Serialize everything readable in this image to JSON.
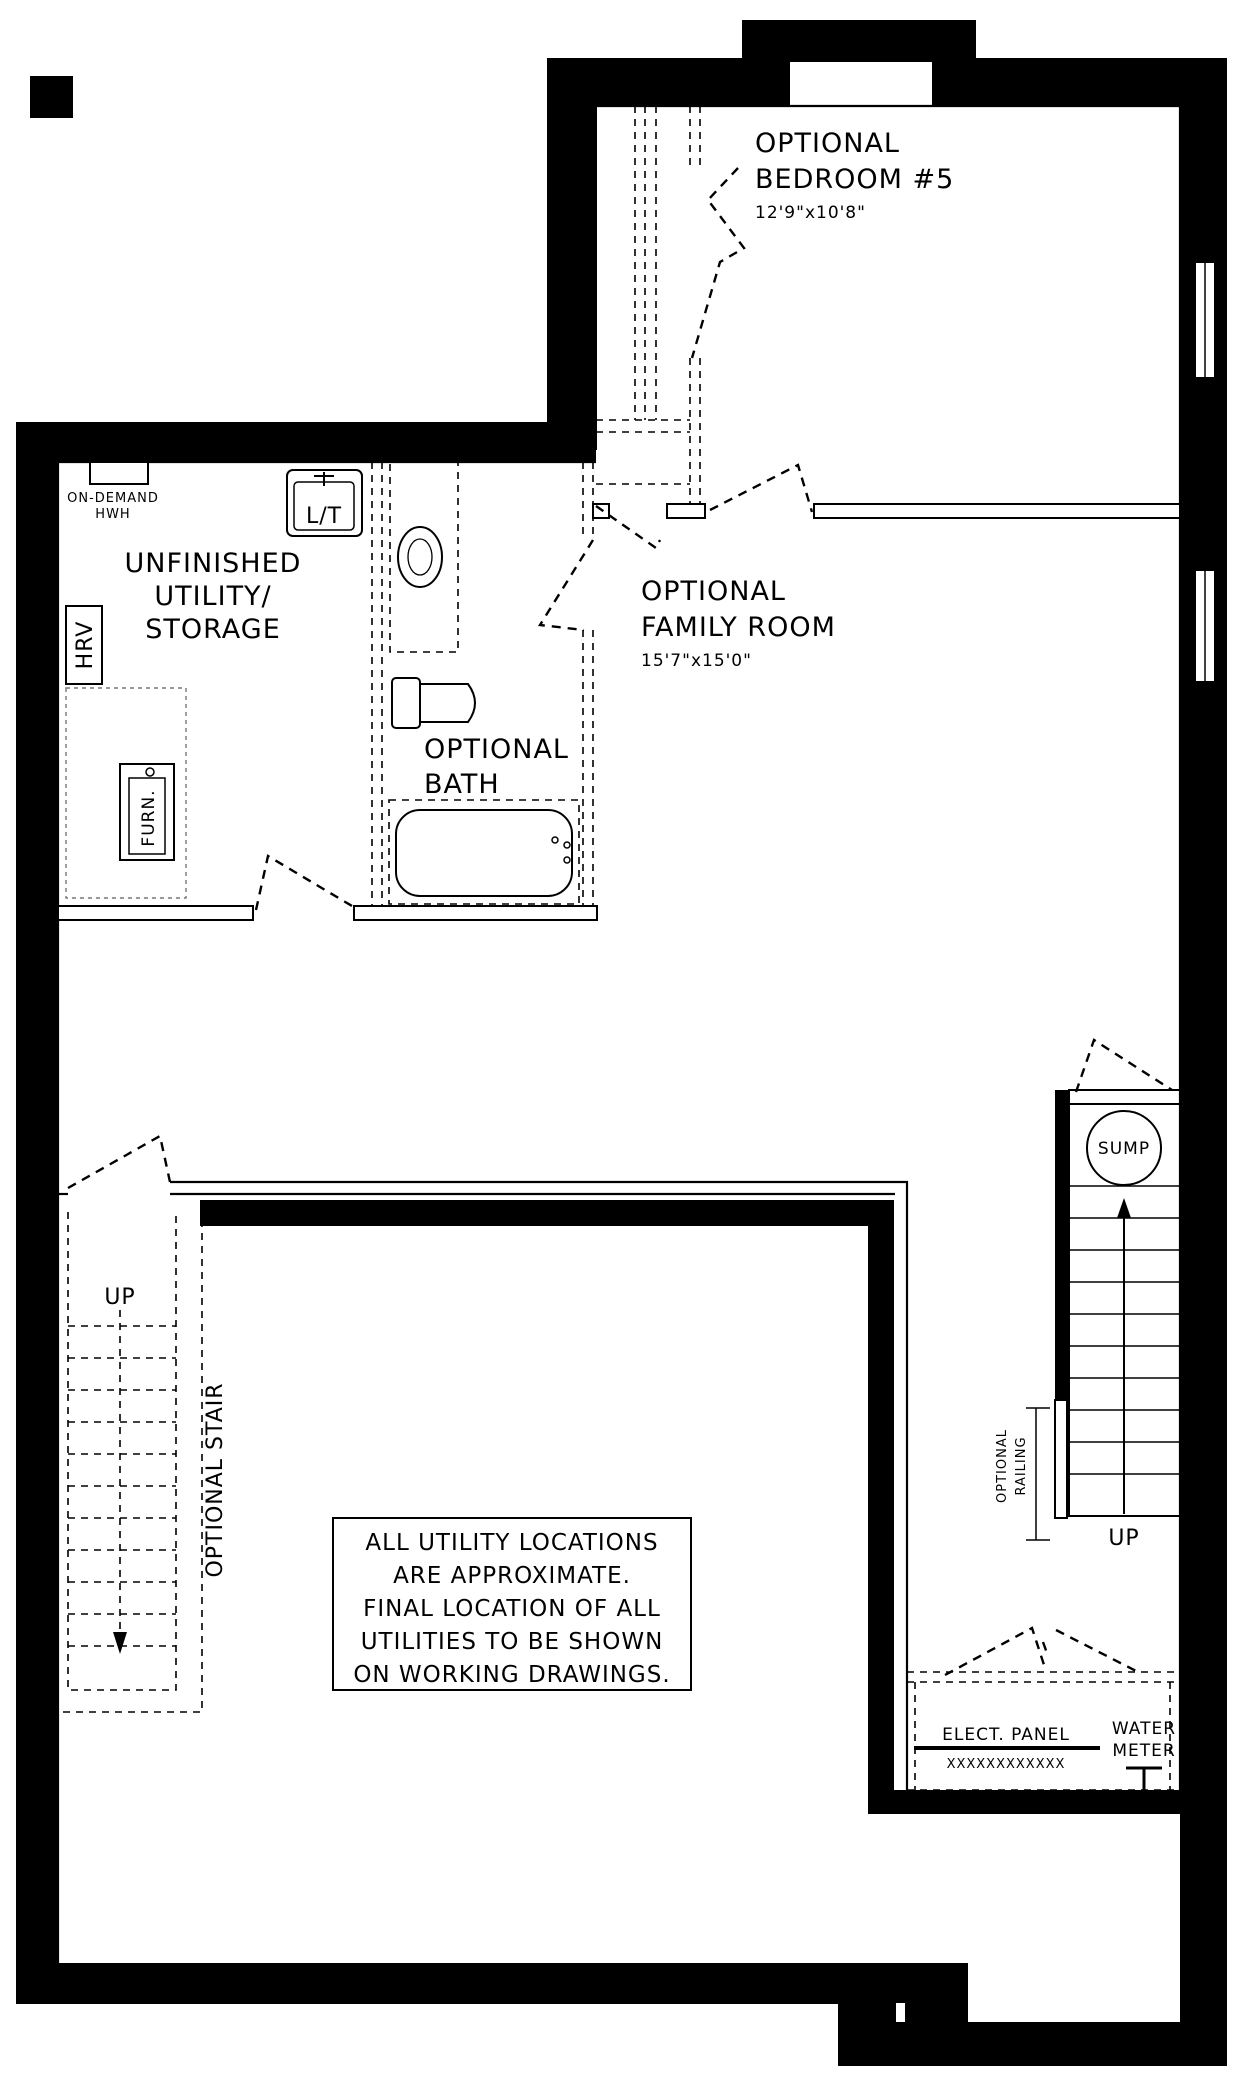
{
  "labels": {
    "bedroom_title_1": "OPTIONAL",
    "bedroom_title_2": "BEDROOM #5",
    "bedroom_dims": "12'9\"x10'8\"",
    "family_title_1": "OPTIONAL",
    "family_title_2": "FAMILY ROOM",
    "family_dims": "15'7\"x15'0\"",
    "utility_1": "UNFINISHED",
    "utility_2": "UTILITY/",
    "utility_3": "STORAGE",
    "hwh_1": "ON-DEMAND",
    "hwh_2": "HWH",
    "laundry_tub": "L/T",
    "hrv": "HRV",
    "furnace": "FURN.",
    "bath_1": "OPTIONAL",
    "bath_2": "BATH",
    "sump": "SUMP",
    "up_left": "UP",
    "up_right": "UP",
    "optional_stair": "OPTIONAL STAIR",
    "railing_1": "OPTIONAL",
    "railing_2": "RAILING",
    "elect_panel": "ELECT. PANEL",
    "water_1": "WATER",
    "water_2": "METER",
    "panel_marks": "XXXXXXXXXXXX"
  },
  "note": {
    "line1": "ALL UTILITY LOCATIONS",
    "line2": "ARE APPROXIMATE.",
    "line3": "FINAL LOCATION OF ALL",
    "line4": "UTILITIES TO BE SHOWN",
    "line5": "ON WORKING DRAWINGS."
  }
}
